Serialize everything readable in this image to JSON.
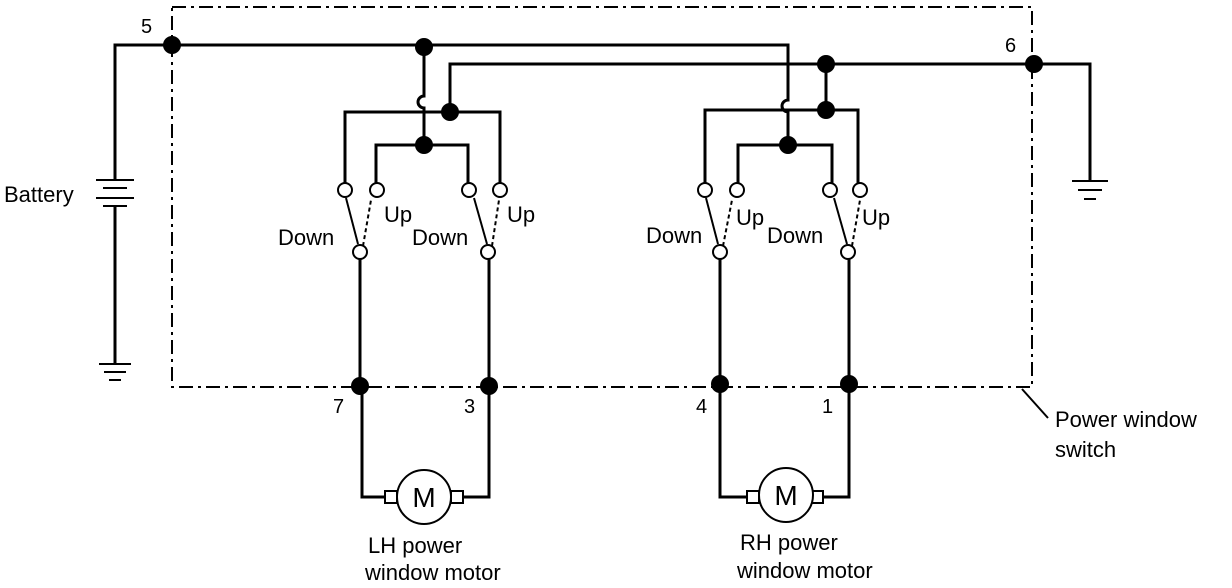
{
  "labels": {
    "battery": "Battery",
    "switch_box": [
      "Power window",
      "switch"
    ],
    "motor_symbol": "M",
    "lh_motor": [
      "LH power",
      "window motor"
    ],
    "rh_motor": [
      "RH power",
      "window motor"
    ],
    "down": "Down",
    "up": "Up"
  },
  "terminals": {
    "t5": "5",
    "t6": "6",
    "t7": "7",
    "t3": "3",
    "t4": "4",
    "t1": "1"
  }
}
